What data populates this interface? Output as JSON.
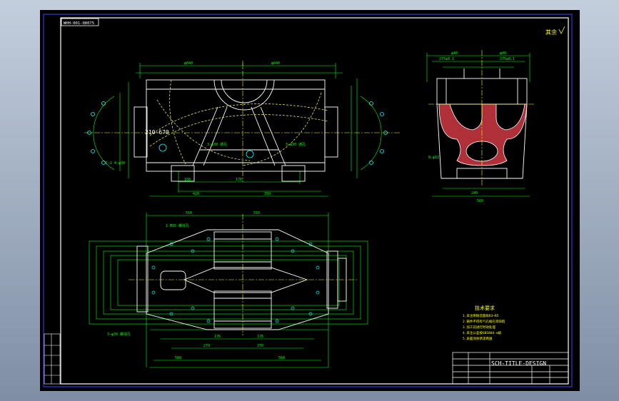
{
  "drawing": {
    "corner_note": "WHH-001-08075",
    "roughness_mark": "其余",
    "dim_210_670": "210-670",
    "tech_title": "技术要求",
    "tech_lines": [
      "1.未注明铸造圆角R3~R5",
      "2.铸件不得有气孔缩孔等缺陷",
      "3.加工前进行时效处理",
      "4.未注公差按GB1804-m级",
      "5.表面涂防锈漆两遍"
    ],
    "title_block_text": "SCH-TITLE-DESIGN"
  },
  "colors": {
    "background": "#000000",
    "frame": "#c3cedd",
    "border": "#ffffff",
    "dims": "#00ff00",
    "centerline": "#ffff00",
    "section": "#b0303a"
  }
}
